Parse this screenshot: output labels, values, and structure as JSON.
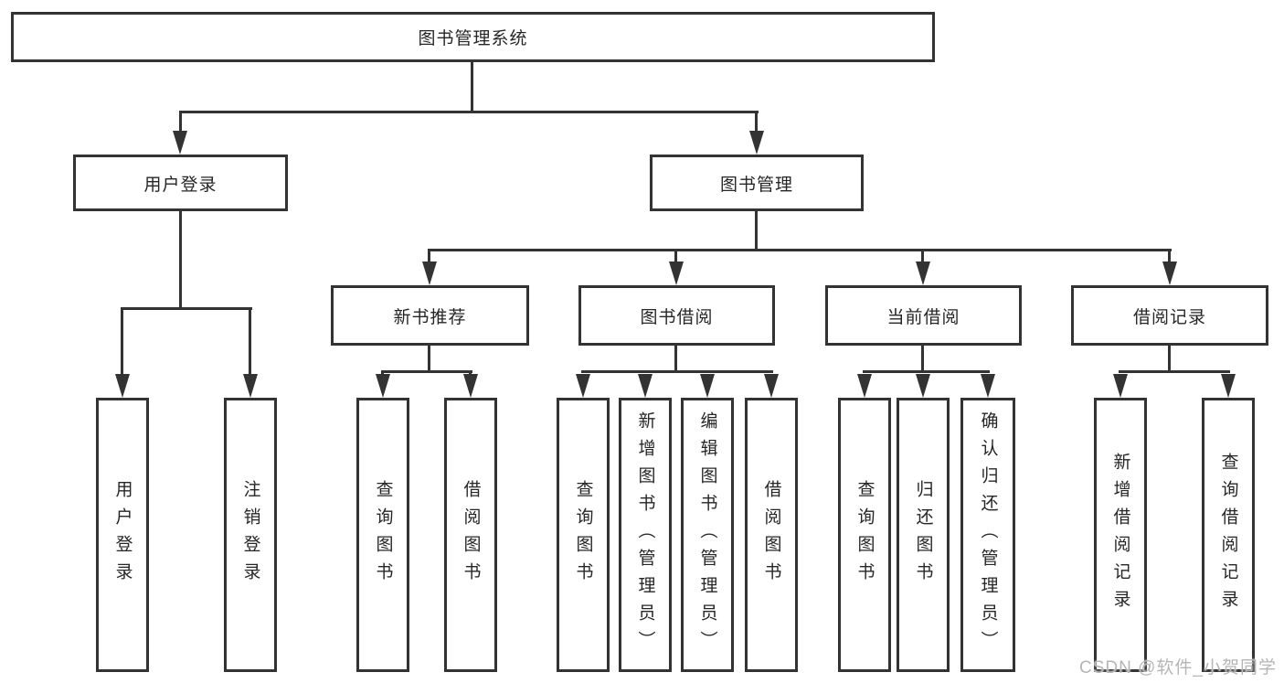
{
  "watermark": "CSDN @软件_小贺同学",
  "nodes": {
    "root": "图书管理系统",
    "user_login": "用户登录",
    "book_mgmt": "图书管理",
    "new_book_rec": "新书推荐",
    "book_borrow": "图书借阅",
    "current_borrow": "当前借阅",
    "borrow_record": "借阅记录",
    "leaf_user_login": "用户登录",
    "leaf_logout": "注销登录",
    "leaf_query_book_a": "查询图书",
    "leaf_borrow_book_a": "借阅图书",
    "leaf_query_book_b": "查询图书",
    "leaf_add_book_admin": "新增图书（管理员）",
    "leaf_edit_book_admin": "编辑图书（管理员）",
    "leaf_borrow_book_b": "借阅图书",
    "leaf_query_book_c": "查询图书",
    "leaf_return_book": "归还图书",
    "leaf_confirm_return_admin": "确认归还（管理员）",
    "leaf_add_borrow_record": "新增借阅记录",
    "leaf_query_borrow_record": "查询借阅记录"
  }
}
